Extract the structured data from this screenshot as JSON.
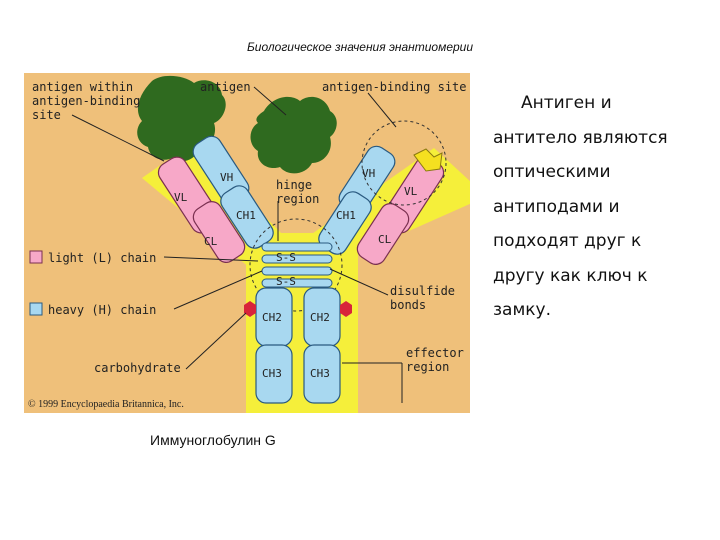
{
  "slide": {
    "title": "Биологическое значения энантиомерии",
    "caption": "Иммуноглобулин G",
    "text_lines": [
      "Антиген и",
      "антитело являются",
      "оптическими",
      "антиподами и",
      "подходят друг к",
      "другу как ключ к",
      "замку."
    ]
  },
  "figure": {
    "labels": {
      "antigen_within_1": "antigen within",
      "antigen_within_2": "antigen-binding",
      "antigen_within_3": "site",
      "antigen": "antigen",
      "binding_site": "antigen-binding site",
      "hinge_1": "hinge",
      "hinge_2": "region",
      "light_chain": "light (L) chain",
      "heavy_chain": "heavy (H) chain",
      "disulfide_1": "disulfide",
      "disulfide_2": "bonds",
      "carbohydrate": "carbohydrate",
      "effector_1": "effector",
      "effector_2": "region",
      "ss": "S-S",
      "copyright": "© 1999 Encyclopaedia Britannica, Inc."
    },
    "domains": {
      "vh": "VH",
      "vl": "VL",
      "ch1": "CH1",
      "cl": "CL",
      "ch2": "CH2",
      "ch3": "CH3"
    },
    "colors": {
      "background": "#efc07a",
      "y_shape": "#f5ef3a",
      "heavy_chain": "#a8d8f0",
      "light_chain": "#f7a8c8",
      "antigen": "#2f6a1f",
      "carbohydrate": "#d8243a"
    }
  }
}
